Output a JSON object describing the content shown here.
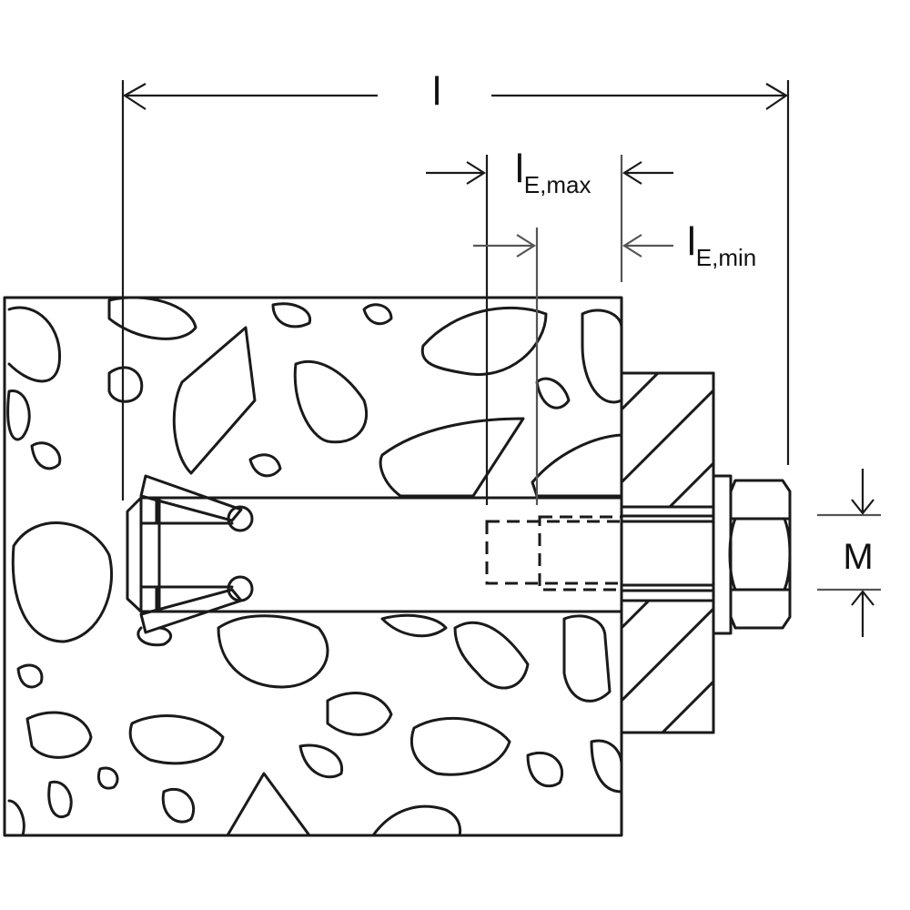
{
  "diagram": {
    "labels": {
      "total_length": "l",
      "embed_max_main": "l",
      "embed_max_sub": "E,max",
      "embed_min_main": "l",
      "embed_min_sub": "E,min",
      "thread_size": "M"
    },
    "colors": {
      "line": "#1a1a1a",
      "background": "#ffffff"
    }
  }
}
